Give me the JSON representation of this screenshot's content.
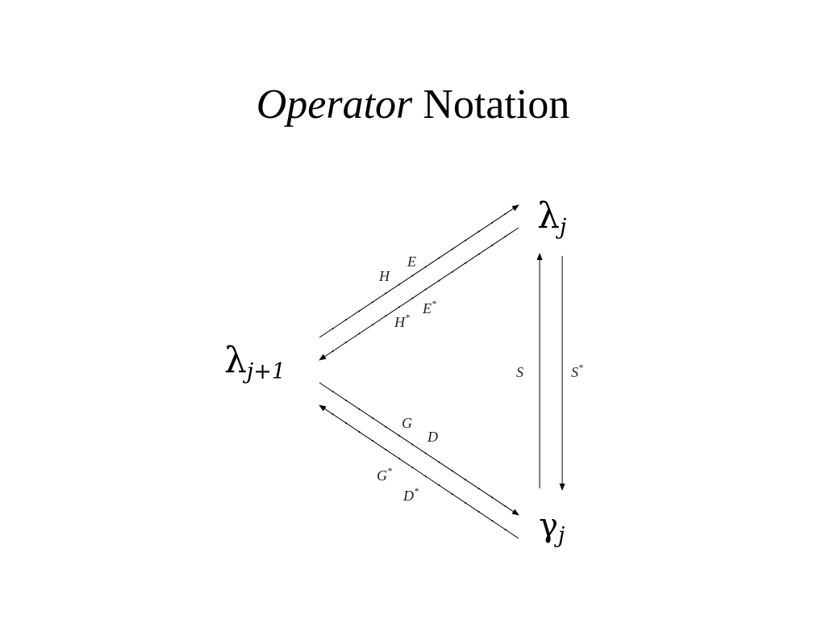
{
  "slide": {
    "title_italic": "Operator",
    "title_rest": "Notation"
  },
  "diagram": {
    "nodes": {
      "lambda_j": {
        "symbol": "λ",
        "sub": "j"
      },
      "lambda_j1": {
        "symbol": "λ",
        "sub": "j+1"
      },
      "gamma_j": {
        "symbol": "γ",
        "sub": "j"
      }
    },
    "edges": {
      "upper_forward": {
        "op1": "H",
        "op2": "E"
      },
      "upper_back": {
        "op1": "H",
        "op1_sup": "*",
        "op2": "E",
        "op2_sup": "*"
      },
      "lower_forward": {
        "op1": "G",
        "op2": "D"
      },
      "lower_back": {
        "op1": "G",
        "op1_sup": "*",
        "op2": "D",
        "op2_sup": "*"
      },
      "vertical_up": {
        "op": "S"
      },
      "vertical_down": {
        "op": "S",
        "op_sup": "*"
      }
    }
  }
}
